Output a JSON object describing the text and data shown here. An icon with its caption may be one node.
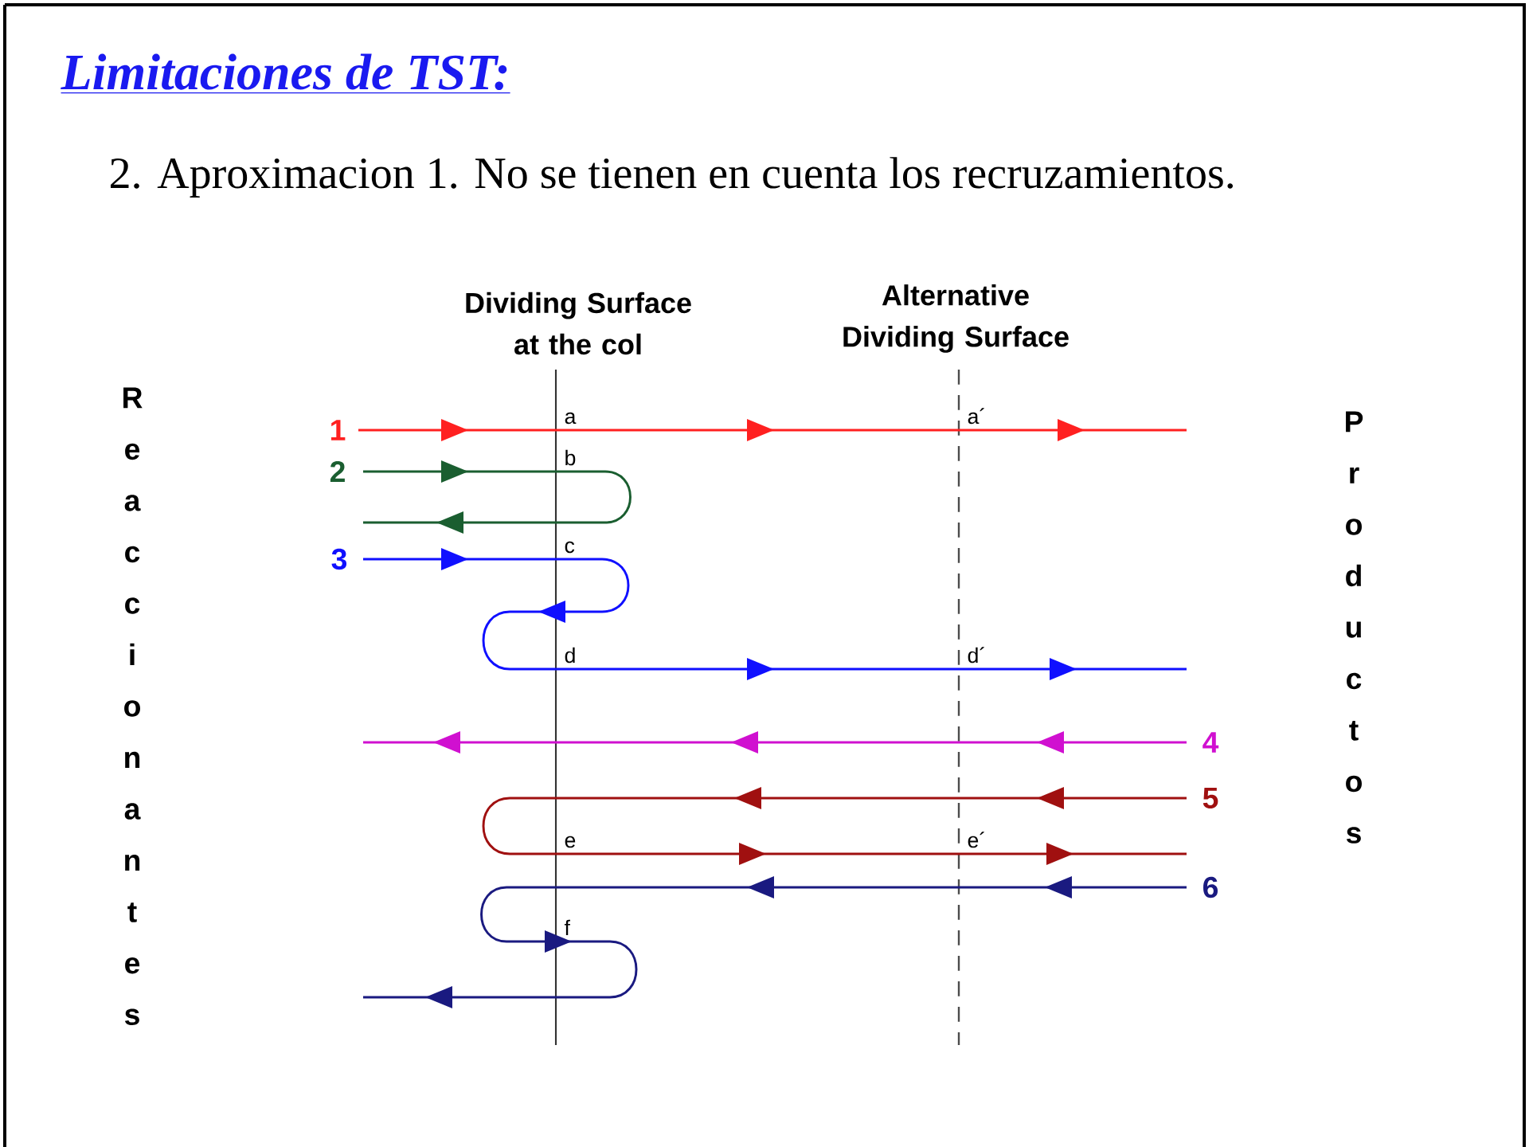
{
  "diagram": {
    "title": "Limitaciones de TST:",
    "labels": [
      "2. Aproximacion 1. No se tienen en cuenta los recruzamientos.",
      "Dividing Surface at the col",
      "Alternative Dividing Surface",
      "Reaccionantes",
      "Productos",
      "1",
      "a",
      "a´",
      "2",
      "b",
      "3",
      "c",
      "d",
      "d´",
      "4",
      "5",
      "e",
      "e´",
      "6",
      "f"
    ]
  }
}
